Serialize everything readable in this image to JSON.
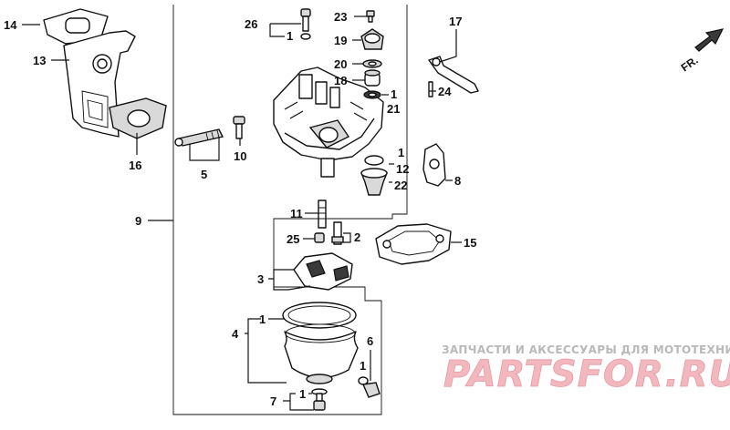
{
  "callouts": [
    {
      "key": "p14",
      "label": "14"
    },
    {
      "key": "p13",
      "label": "13"
    },
    {
      "key": "p16",
      "label": "16"
    },
    {
      "key": "p26",
      "label": "26"
    },
    {
      "key": "p1a",
      "label": "1"
    },
    {
      "key": "p23",
      "label": "23"
    },
    {
      "key": "p19",
      "label": "19"
    },
    {
      "key": "p20",
      "label": "20"
    },
    {
      "key": "p18",
      "label": "18"
    },
    {
      "key": "p1b",
      "label": "1"
    },
    {
      "key": "p21",
      "label": "21"
    },
    {
      "key": "p17",
      "label": "17"
    },
    {
      "key": "p24",
      "label": "24"
    },
    {
      "key": "p5",
      "label": "5"
    },
    {
      "key": "p10",
      "label": "10"
    },
    {
      "key": "p1c",
      "label": "1"
    },
    {
      "key": "p12",
      "label": "12"
    },
    {
      "key": "p22",
      "label": "22"
    },
    {
      "key": "p8",
      "label": "8"
    },
    {
      "key": "p9",
      "label": "9"
    },
    {
      "key": "p11",
      "label": "11"
    },
    {
      "key": "p25",
      "label": "25"
    },
    {
      "key": "p2",
      "label": "2"
    },
    {
      "key": "p15",
      "label": "15"
    },
    {
      "key": "p3",
      "label": "3"
    },
    {
      "key": "p1d",
      "label": "1"
    },
    {
      "key": "p4",
      "label": "4"
    },
    {
      "key": "p6",
      "label": "6"
    },
    {
      "key": "p1e",
      "label": "1"
    },
    {
      "key": "p7",
      "label": "7"
    },
    {
      "key": "p1f",
      "label": "1"
    }
  ],
  "direction_label": "FR.",
  "watermark": {
    "tagline": "ЗАПЧАСТИ И АКСЕССУАРЫ ДЛЯ МОТОТЕХНИКИ",
    "brand": "PARTSFOR.RU"
  }
}
